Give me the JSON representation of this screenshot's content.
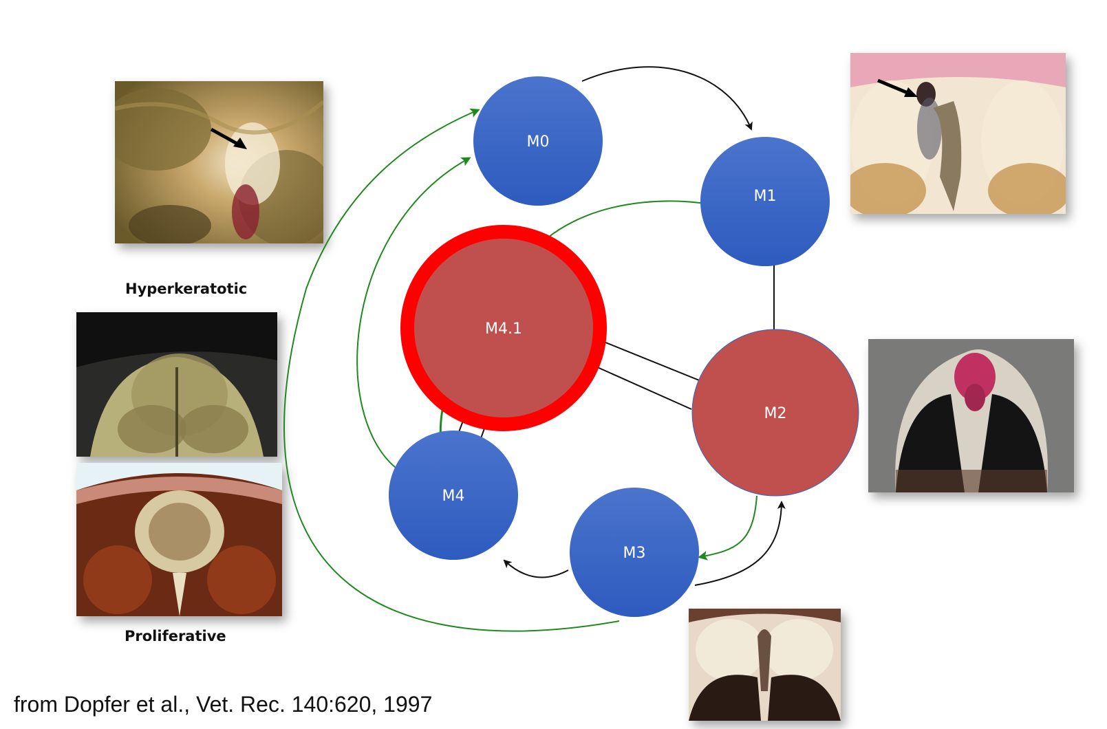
{
  "colors": {
    "blue_node": "#3a64c2",
    "red_node": "#c0504d",
    "red_ring": "#ff0000",
    "green_arrow": "#1e8a1e",
    "black_arrow": "#111111"
  },
  "nodes": {
    "m0": "M0",
    "m1": "M1",
    "m2": "M2",
    "m3": "M3",
    "m4": "M4",
    "m41": "M4.1"
  },
  "captions": {
    "hyperkeratotic": "Hyperkeratotic",
    "proliferative": "Proliferative"
  },
  "citation": "from Dopfer et al., Vet. Rec. 140:620, 1997"
}
